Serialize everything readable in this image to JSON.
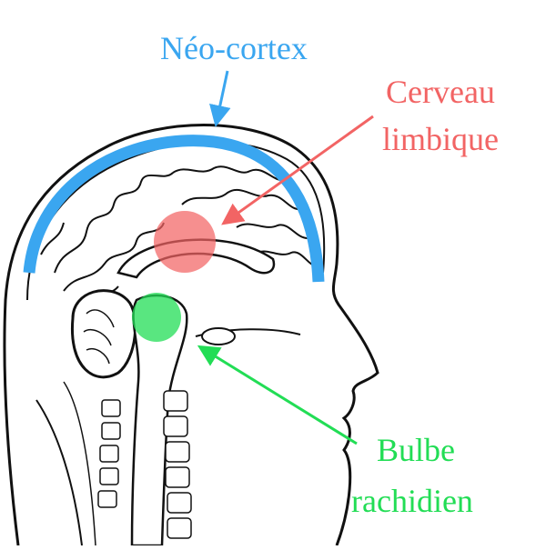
{
  "labels": {
    "neocortex": "Néo-cortex",
    "limbic_line1": "Cerveau",
    "limbic_line2": "limbique",
    "bulb_line1": "Bulbe",
    "bulb_line2": "rachidien"
  },
  "colors": {
    "neocortex": "#3aa6f0",
    "limbic": "#f26464",
    "bulb": "#22dd55",
    "outline": "#111111"
  }
}
